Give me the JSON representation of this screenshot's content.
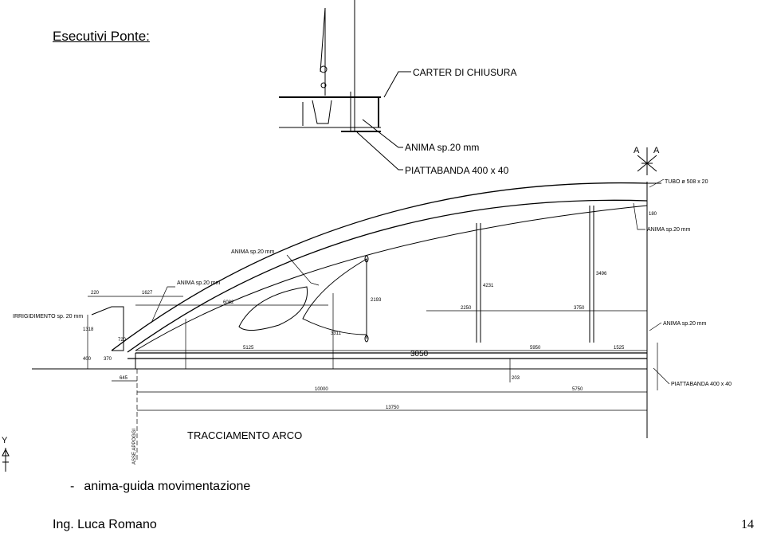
{
  "title": "Esecutivi Ponte:",
  "callouts": {
    "carter": "CARTER DI CHIUSURA",
    "anima_top": "ANIMA sp.20 mm",
    "piattabanda_top": "PIATTABANDA 400 x 40",
    "tubo": "TUBO ø 508 x 20",
    "anima_right": "ANIMA sp.20 mm",
    "anima_mid": "ANIMA sp.20 mm",
    "anima_left": "ANIMA sp.20 mm",
    "irrigidimento": "IRRIGIDIMENTO sp. 20 mm",
    "anima_right_low": "ANIMA sp.20 mm",
    "piattabanda_right": "PIATTABANDA 400 x 40",
    "section_mark": "A"
  },
  "dimensions": {
    "d220": "220",
    "d1627": "1627",
    "d6082": "6082",
    "d5125": "5125",
    "d3050": "3050",
    "d5950": "5950",
    "d1525": "1525",
    "d2250": "2250",
    "d3750": "3750",
    "d10000": "10000",
    "d5750": "5750",
    "d13750": "13750",
    "d645": "645",
    "d370": "370",
    "d400": "400",
    "d3311": "3311",
    "d2193": "2193",
    "d4231": "4231",
    "d3496": "3496",
    "d180": "180",
    "d203": "203",
    "d1318": "1318",
    "d720": "720"
  },
  "drawing_title": "TRACCIAMENTO ARCO",
  "axis_label": "ASSE APPOGGI",
  "axis_letter": "Y",
  "bullet": {
    "dash": "-",
    "text": "anima-guida movimentazione"
  },
  "footer": {
    "author": "Ing. Luca Romano",
    "page": "14"
  }
}
